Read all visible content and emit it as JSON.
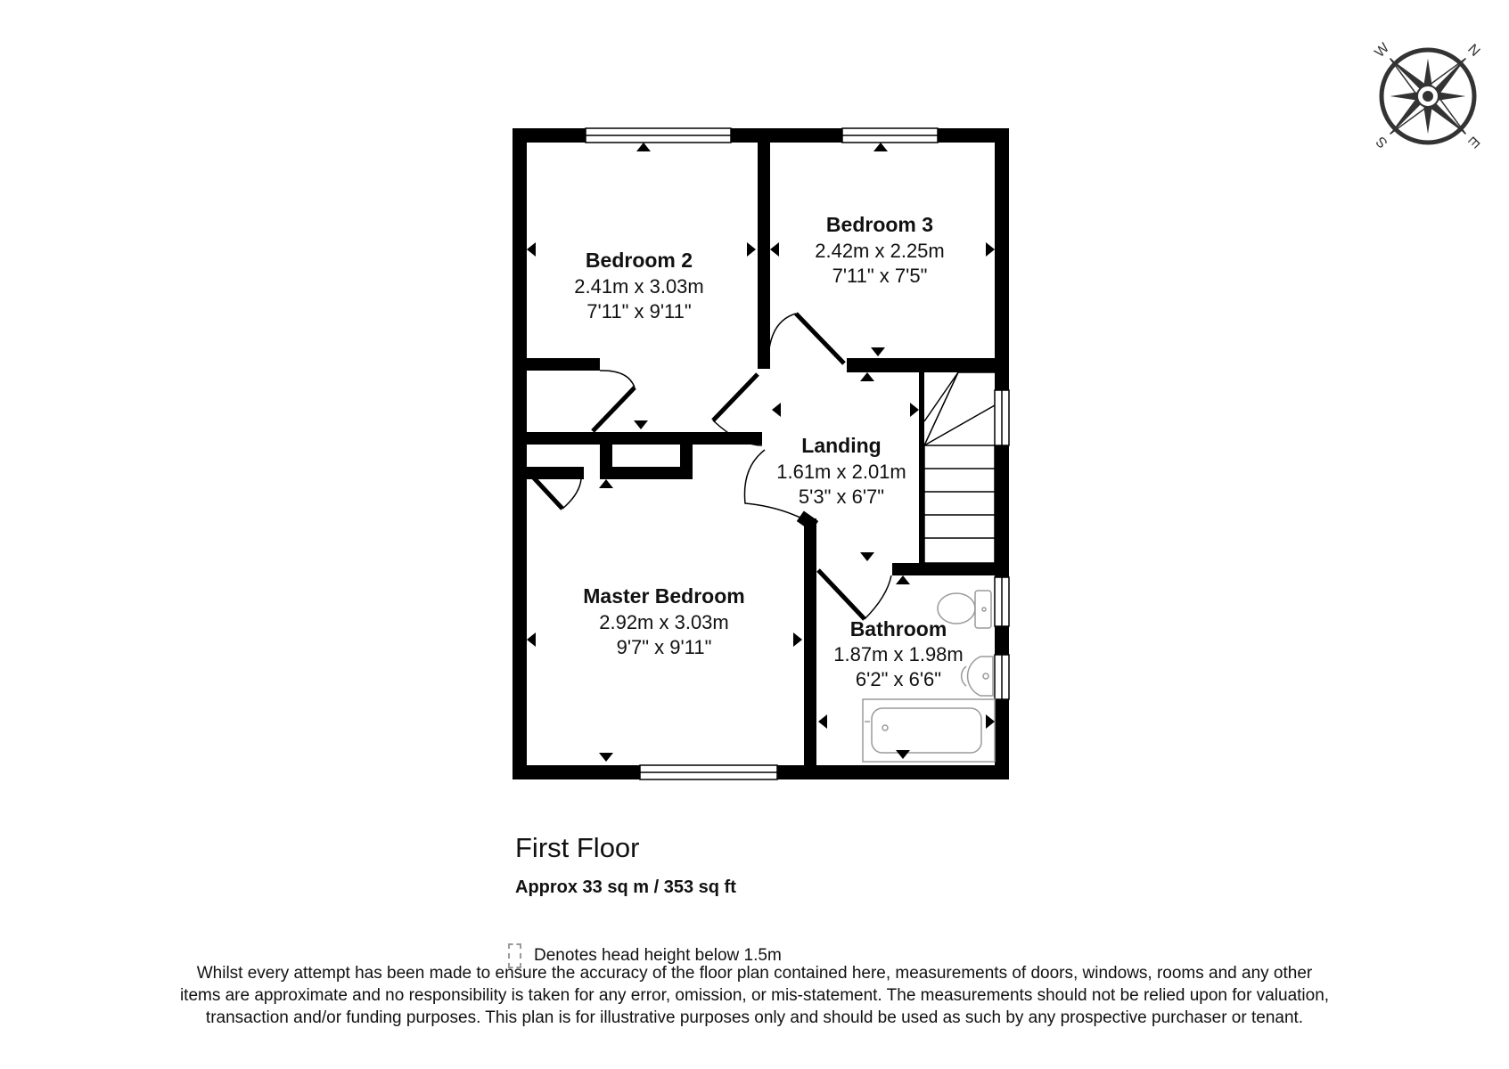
{
  "compass": {
    "north": "N",
    "east": "E",
    "south": "S",
    "west": "W"
  },
  "rooms": {
    "bedroom2": {
      "name": "Bedroom 2",
      "metric": "2.41m x 3.03m",
      "imperial": "7'11\" x 9'11\""
    },
    "bedroom3": {
      "name": "Bedroom 3",
      "metric": "2.42m x 2.25m",
      "imperial": "7'11\" x 7'5\""
    },
    "landing": {
      "name": "Landing",
      "metric": "1.61m x 2.01m",
      "imperial": "5'3\" x 6'7\""
    },
    "master": {
      "name": "Master Bedroom",
      "metric": "2.92m x 3.03m",
      "imperial": "9'7\" x 9'11\""
    },
    "bathroom": {
      "name": "Bathroom",
      "metric": "1.87m x 1.98m",
      "imperial": "6'2\" x 6'6\""
    }
  },
  "floor": {
    "title": "First Floor",
    "area": "Approx 33 sq m / 353 sq ft"
  },
  "legend": {
    "text": "Denotes head height below 1.5m"
  },
  "disclaimer": "Whilst every attempt has been made to ensure the accuracy of the floor plan contained here, measurements of doors, windows, rooms and any other items are approximate and no responsibility is taken for any error, omission, or mis-statement. The measurements should not be relied upon for valuation, transaction and/or funding purposes. This plan is for illustrative purposes only and should be used as such by any prospective purchaser or tenant.",
  "colors": {
    "wall": "#000000",
    "fixture": "#9a9a9a",
    "background": "#ffffff"
  }
}
